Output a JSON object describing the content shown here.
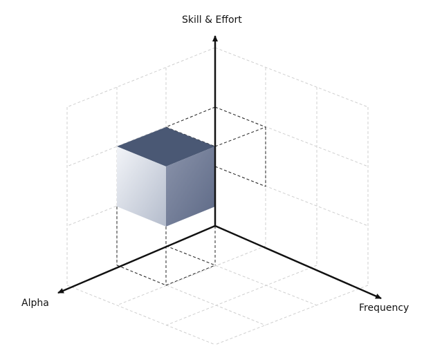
{
  "axes": {
    "vertical_label": "Skill & Effort",
    "left_label": "Alpha",
    "right_label": "Frequency"
  },
  "colors": {
    "background": "#ffffff",
    "axis": "#111111",
    "grid": "#cfcfcf",
    "guide": "#222222",
    "cube_top": "#4a5874",
    "cube_left_light": "#f2f4f8",
    "cube_left_dark": "#b4bccc",
    "cube_right_light": "#8a93aa",
    "cube_right_dark": "#5d6986"
  }
}
